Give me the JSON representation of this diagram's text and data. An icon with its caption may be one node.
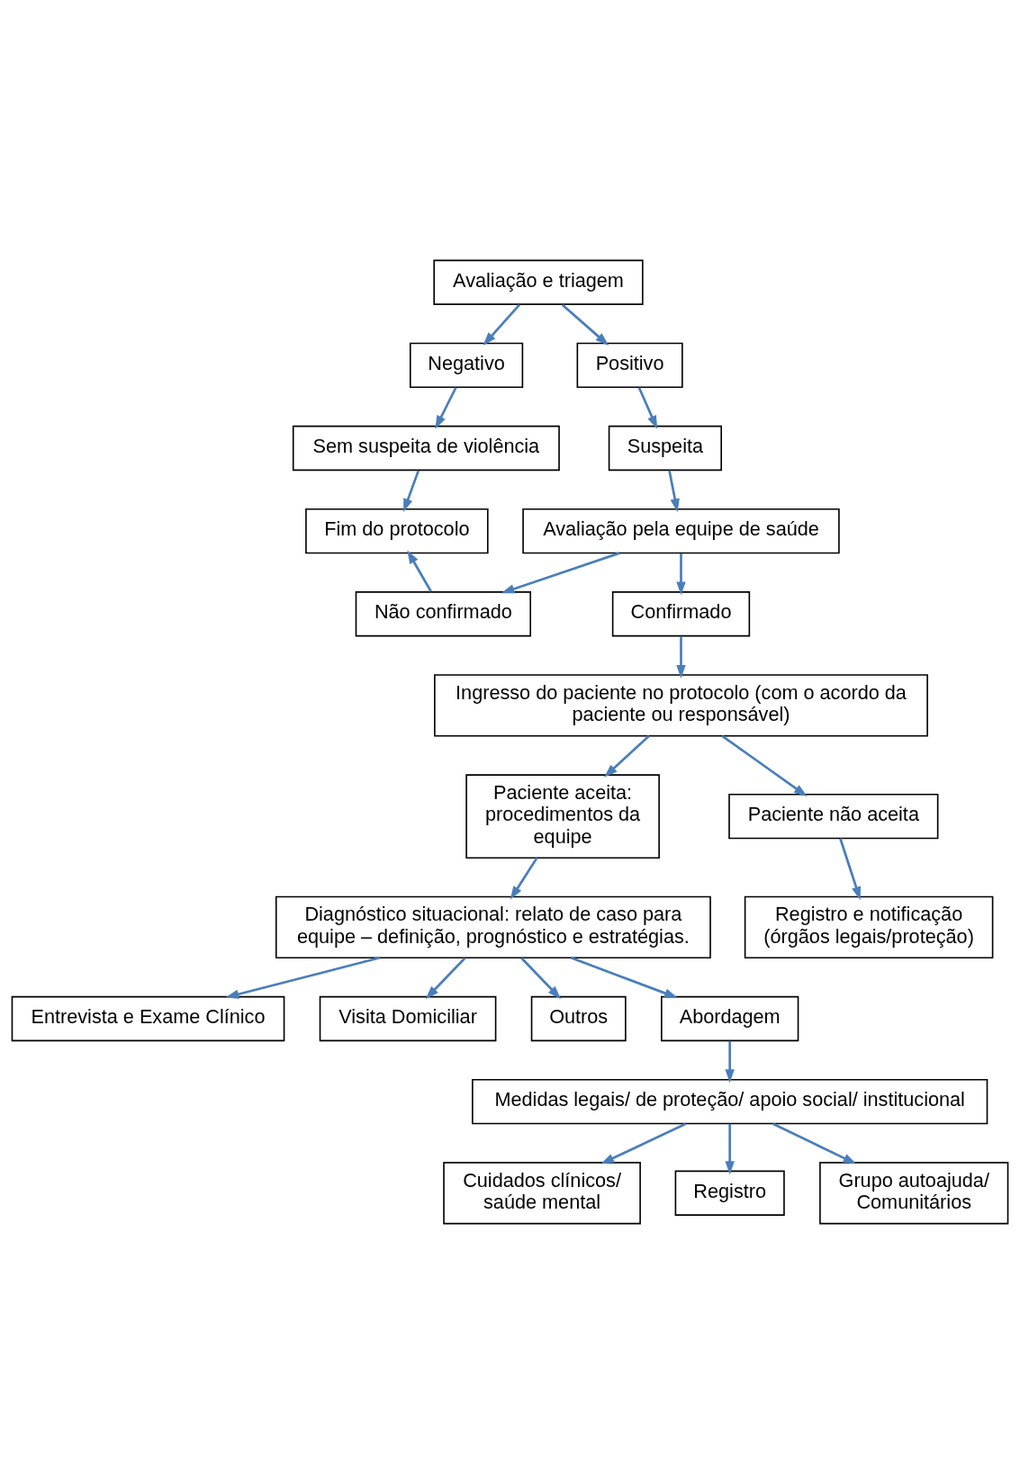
{
  "diagram": {
    "nodes": [
      {
        "text": [
          "Avaliação e triagem"
        ]
      },
      {
        "text": [
          "Negativo"
        ]
      },
      {
        "text": [
          "Positivo"
        ]
      },
      {
        "text": [
          "Sem suspeita de violência"
        ]
      },
      {
        "text": [
          "Fim do protocolo"
        ]
      },
      {
        "text": [
          "Não confirmado"
        ]
      },
      {
        "text": [
          "Suspeita"
        ]
      },
      {
        "text": [
          "Avaliação pela equipe de saúde"
        ]
      },
      {
        "text": [
          "Confirmado"
        ]
      },
      {
        "text": [
          "Ingresso do paciente no protocolo (com o acordo da paciente ou responsável)"
        ]
      },
      {
        "text": [
          "Paciente aceita: procedimentos da equipe"
        ]
      },
      {
        "text": [
          "Paciente não aceita"
        ]
      },
      {
        "text": [
          "Registro e notificação (órgãos legais/proteção)"
        ]
      },
      {
        "text": [
          "Diagnóstico situacional: relato de caso para equipe – definição, prognóstico e estratégias."
        ]
      },
      {
        "text": [
          "Entrevista e Exame Clínico"
        ]
      },
      {
        "text": [
          "Visita Domiciliar"
        ]
      },
      {
        "text": [
          "Outros"
        ]
      },
      {
        "text": [
          "Abordagem"
        ]
      },
      {
        "text": [
          "Medidas legais/ de proteção/ apoio social/ institucional"
        ]
      },
      {
        "text": [
          "Cuidados clínicos/ saúde mental"
        ]
      },
      {
        "text": [
          "Registro"
        ]
      },
      {
        "text": [
          "Grupo autoajuda/ Comunitários"
        ]
      }
    ],
    "edges": [
      {
        "from": 0,
        "to": 1,
        "arrow": "to"
      },
      {
        "from": 0,
        "to": 2,
        "arrow": "to"
      },
      {
        "from": 1,
        "to": 3,
        "arrow": "to"
      },
      {
        "from": 3,
        "to": 4,
        "arrow": "to"
      },
      {
        "from": 5,
        "to": 4,
        "arrow": "to"
      },
      {
        "from": 2,
        "to": 6,
        "arrow": "to"
      },
      {
        "from": 6,
        "to": 7,
        "arrow": "to"
      },
      {
        "from": 7,
        "to": 5,
        "arrow": "to"
      },
      {
        "from": 7,
        "to": 8,
        "arrow": "to"
      },
      {
        "from": 8,
        "to": 9,
        "arrow": "to"
      },
      {
        "from": 9,
        "to": 10,
        "arrow": "to"
      },
      {
        "from": 9,
        "to": 11,
        "arrow": "to"
      },
      {
        "from": 11,
        "to": 12,
        "arrow": "to"
      },
      {
        "from": 10,
        "to": 13,
        "arrow": "to"
      },
      {
        "from": 13,
        "to": 14,
        "arrow": "to"
      },
      {
        "from": 13,
        "to": 15,
        "arrow": "to"
      },
      {
        "from": 13,
        "to": 16,
        "arrow": "to"
      },
      {
        "from": 13,
        "to": 17,
        "arrow": "to"
      },
      {
        "from": 17,
        "to": 18,
        "arrow": "to"
      },
      {
        "from": 18,
        "to": 19,
        "arrow": "to"
      },
      {
        "from": 18,
        "to": 20,
        "arrow": "to"
      },
      {
        "from": 18,
        "to": 21,
        "arrow": "to"
      }
    ]
  }
}
